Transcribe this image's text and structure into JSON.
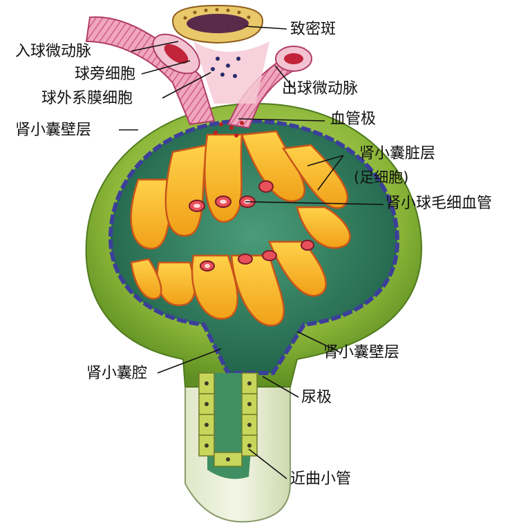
{
  "labels": {
    "dense_spot": "致密斑",
    "afferent_arteriole": "入球微动脉",
    "juxtaglomerular_cell": "球旁细胞",
    "extraglomerular_mesangial_cell": "球外系膜细胞",
    "efferent_arteriole": "出球微动脉",
    "parietal_layer_top": "肾小囊壁层",
    "vascular_pole": "血管极",
    "visceral_layer": "肾小囊脏层",
    "podocyte": "(足细胞)",
    "glomerular_capillary": "肾小球毛细血管",
    "parietal_layer_bottom": "肾小囊壁层",
    "capsular_space": "肾小囊腔",
    "urinary_pole": "尿极",
    "proximal_convoluted_tubule": "近曲小管"
  },
  "colors": {
    "capsule_outer": "#8db83a",
    "capsule_inner": "#2e7d5e",
    "parietal_edge": "#3c3f9a",
    "podocyte": "#f2b21e",
    "podocyte_edge": "#c9541a",
    "capillary": "#e8505a",
    "arteriole": "#e07a9a",
    "macula_densa": "#e9c86a",
    "tubule": "#b7cf5a"
  }
}
